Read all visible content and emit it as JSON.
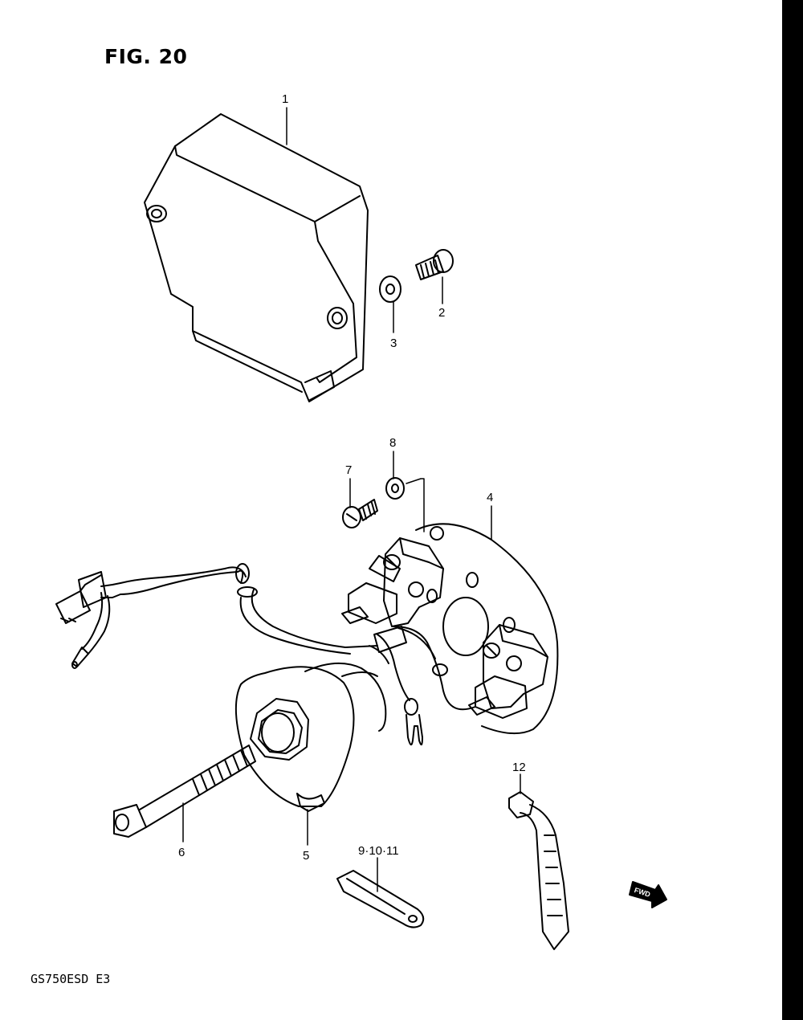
{
  "figure": {
    "title": "FIG. 20",
    "model_code": "GS750ESD  E3"
  },
  "callouts": [
    {
      "id": "1",
      "label": "1"
    },
    {
      "id": "2",
      "label": "2"
    },
    {
      "id": "3",
      "label": "3"
    },
    {
      "id": "4",
      "label": "4"
    },
    {
      "id": "5",
      "label": "5"
    },
    {
      "id": "6",
      "label": "6"
    },
    {
      "id": "7",
      "label": "7"
    },
    {
      "id": "8",
      "label": "8"
    },
    {
      "id": "9-10-11",
      "label": "9·10·11"
    },
    {
      "id": "12",
      "label": "12"
    }
  ],
  "direction_marker": {
    "label": "FWD"
  }
}
